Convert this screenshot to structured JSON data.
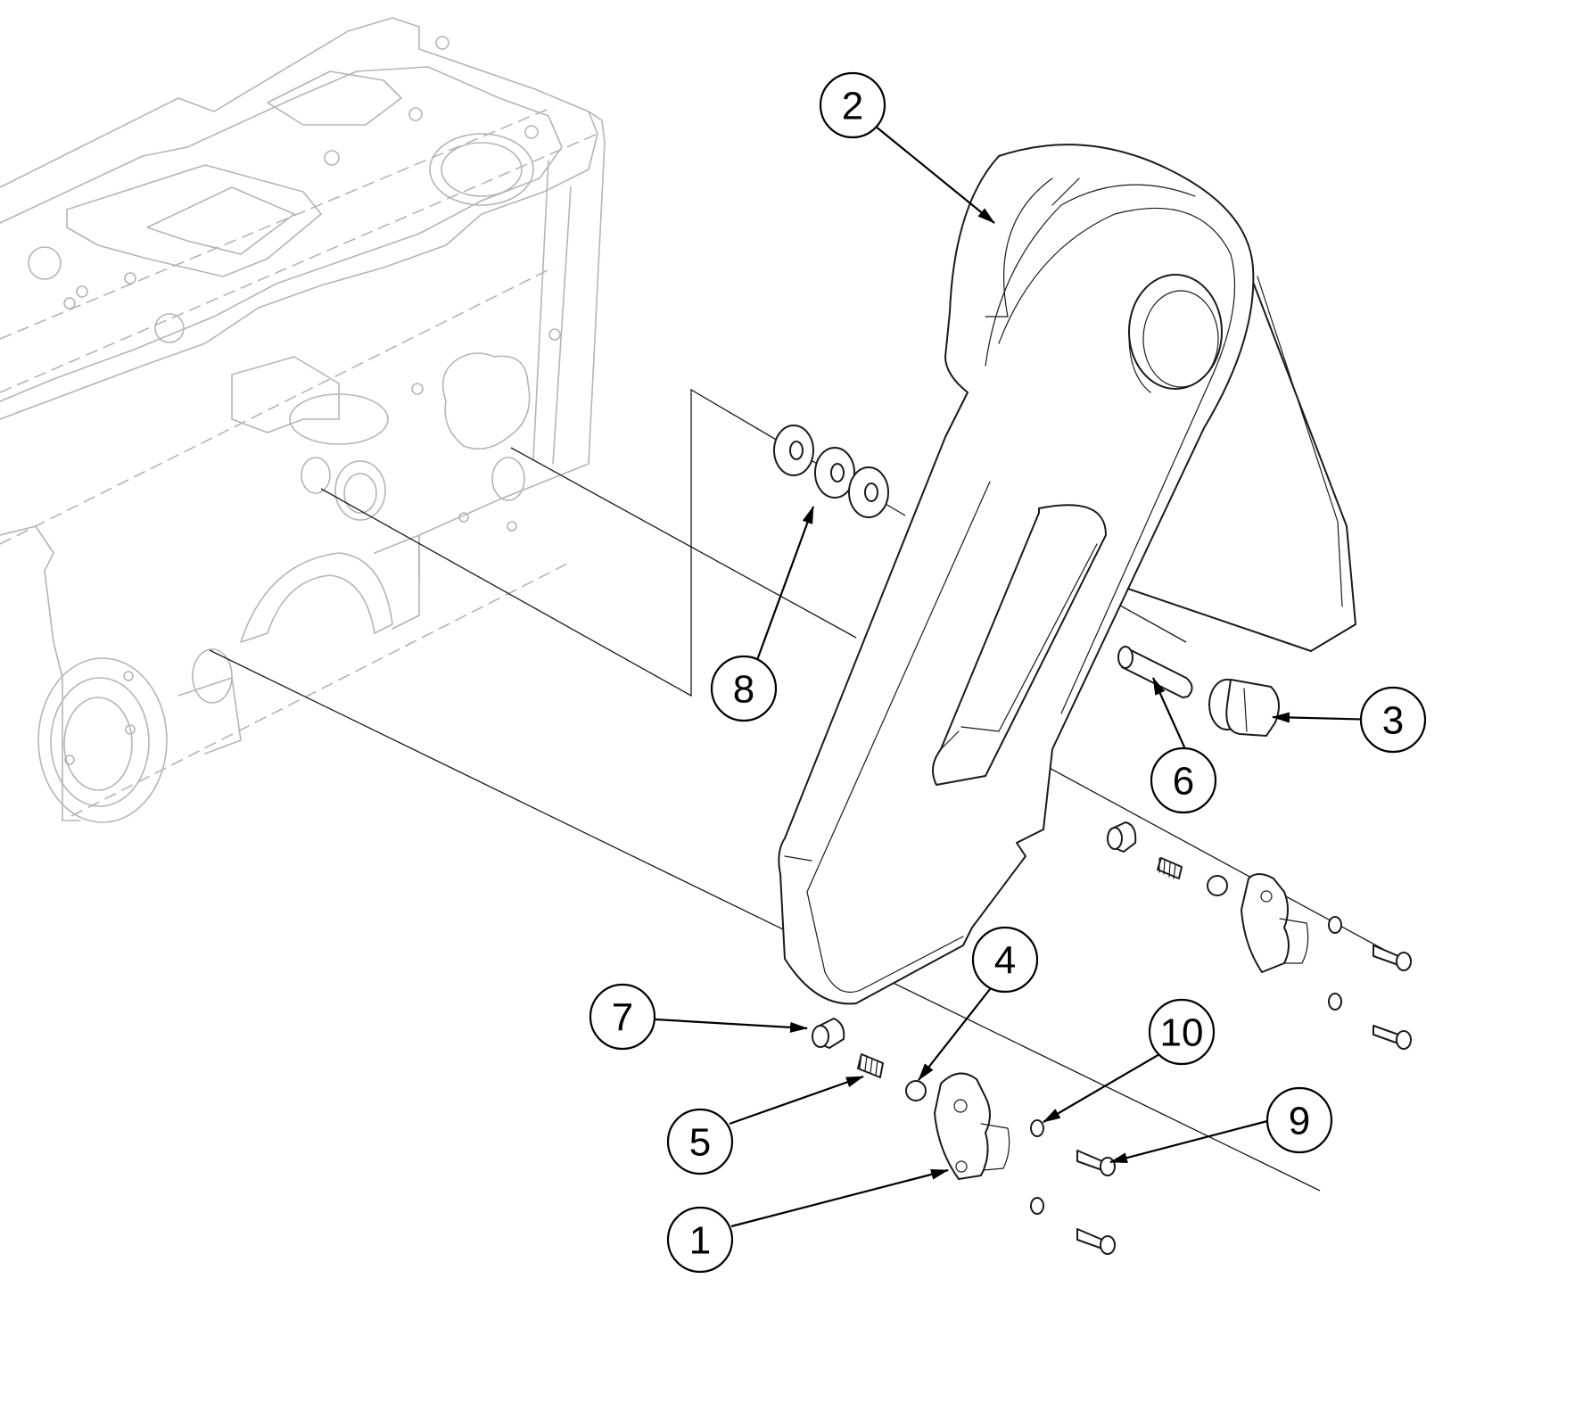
{
  "callouts": [
    {
      "id": "1",
      "label": "1"
    },
    {
      "id": "2",
      "label": "2"
    },
    {
      "id": "3",
      "label": "3"
    },
    {
      "id": "4",
      "label": "4"
    },
    {
      "id": "5",
      "label": "5"
    },
    {
      "id": "6",
      "label": "6"
    },
    {
      "id": "7",
      "label": "7"
    },
    {
      "id": "8",
      "label": "8"
    },
    {
      "id": "9",
      "label": "9"
    },
    {
      "id": "10",
      "label": "10"
    }
  ],
  "colors": {
    "linework": "#1a1a1a",
    "ghost_housing": "#b5b5b5",
    "background": "#ffffff"
  }
}
